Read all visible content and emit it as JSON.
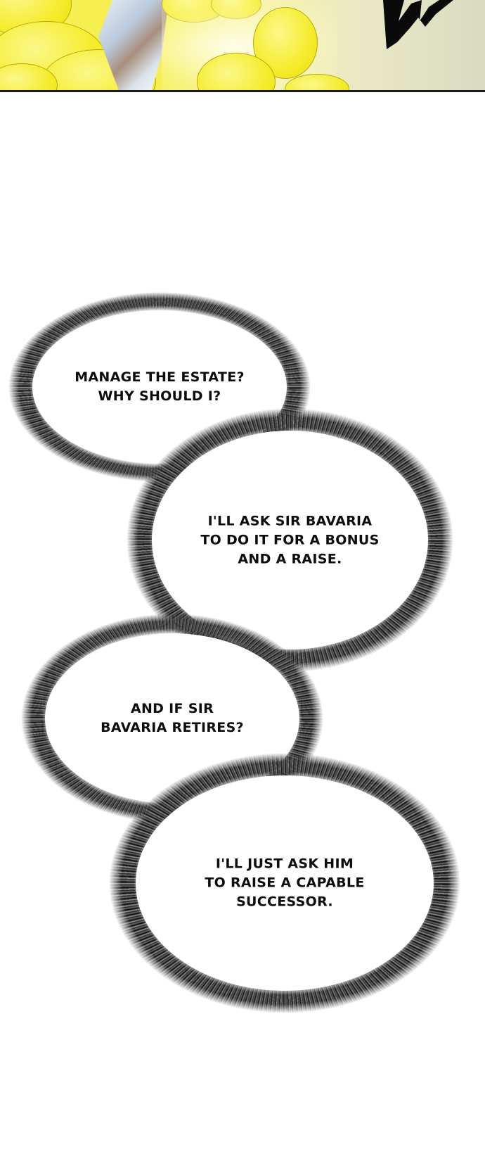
{
  "top_panel": {
    "description": "golden coins and jewel artwork",
    "colors": {
      "coin": "#f5ec2a",
      "sky": "#e2e3c6",
      "border": "#1a1a1a"
    }
  },
  "bubbles": [
    {
      "lines": "MANAGE THE ESTATE?\nWHY SHOULD I?"
    },
    {
      "lines": "I'LL ASK SIR BAVARIA\nTO DO IT FOR A BONUS\nAND A RAISE."
    },
    {
      "lines": "AND IF SIR\nBAVARIA RETIRES?"
    },
    {
      "lines": "I'LL JUST ASK HIM\nTO RAISE A CAPABLE\nSUCCESSOR."
    }
  ]
}
